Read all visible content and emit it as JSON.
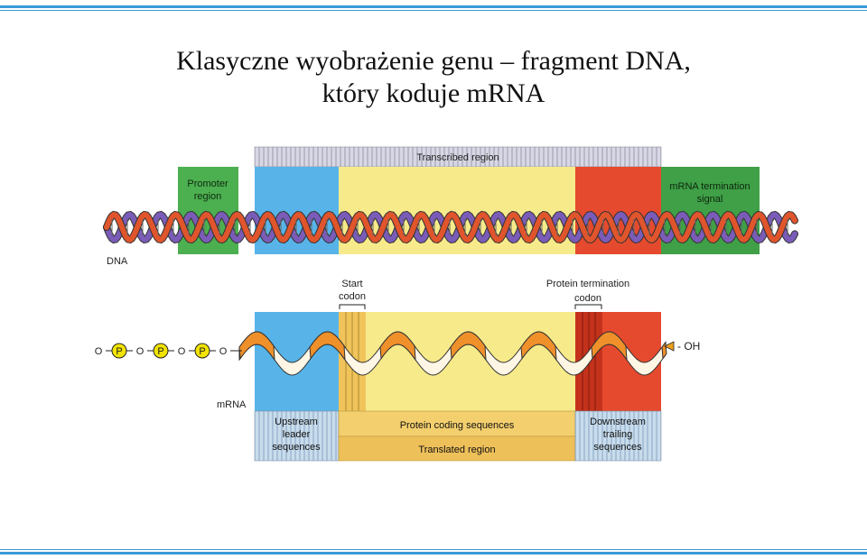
{
  "title": {
    "line1": "Klasyczne wyobrażenie genu – fragment DNA,",
    "line2": "który koduje mRNA"
  },
  "dna": {
    "strand_label": "DNA",
    "transcribed_region": "Transcribed region",
    "promoter": [
      "Promoter",
      "region"
    ],
    "termination": [
      "mRNA termination",
      "signal"
    ]
  },
  "mrna": {
    "strand_label": "mRNA",
    "five_prime": [
      "O",
      "P",
      "O",
      "P",
      "O",
      "P",
      "O"
    ],
    "three_prime": "- OH",
    "start_codon": [
      "Start",
      "codon"
    ],
    "stop_codon": [
      "Protein termination",
      "codon"
    ],
    "upstream": [
      "Upstream",
      "leader",
      "sequences"
    ],
    "coding": "Protein coding sequences",
    "translated": "Translated region",
    "downstream": [
      "Downstream",
      "trailing",
      "sequences"
    ]
  },
  "colors": {
    "accent_rule": "#3a9ad9",
    "promoter": "#4caf50",
    "upstream": "#58b4e8",
    "coding": "#f7ea8a",
    "stop_region": "#e64a2e",
    "termination": "#3fa047",
    "helix_a": "#e0552c",
    "helix_b": "#7a5cb8",
    "phosphate": "#f2e300"
  }
}
